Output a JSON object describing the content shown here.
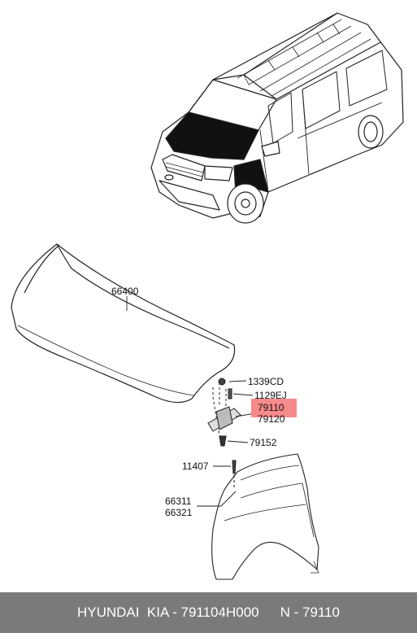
{
  "parts": {
    "hood": "66400",
    "bolt_a": "1339CD",
    "bolt_b": "1129EJ",
    "hinge_lh": "79110",
    "hinge_rh": "79120",
    "bolt_c": "79152",
    "screw": "11407",
    "fender_a": "66311",
    "fender_b": "66321"
  },
  "highlight_color": "#f78a8a",
  "footer": {
    "catalog": "HYUNDAI  KIA - 791104H000",
    "part_number": "N - 79110"
  }
}
